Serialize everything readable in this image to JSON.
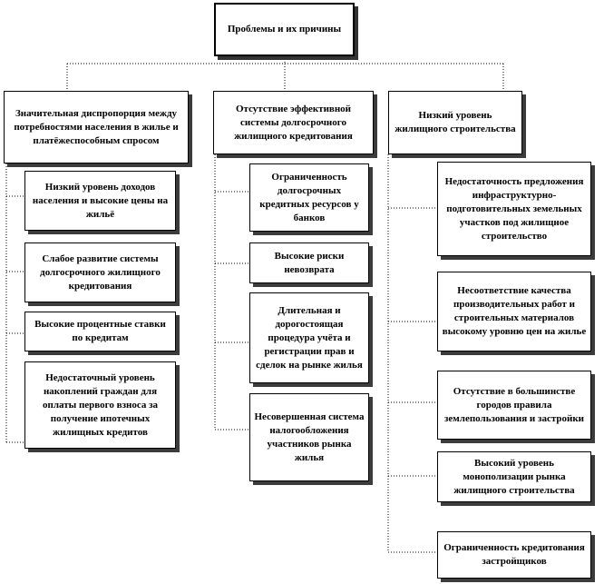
{
  "root": {
    "title": "Проблемы  и их причины"
  },
  "columns": [
    {
      "header": "Значительная диспропорция между потребностями населения в жилье и платёжеспособным спросом",
      "items": [
        "Низкий уровень доходов населения и высокие цены на жильё",
        "Слабое развитие  системы долгосрочного жилищного кредитования",
        "Высокие процентные ставки по кредитам",
        "Недостаточный уровень накоплений граждан для оплаты первого взноса за получение ипотечных жилищных  кредитов"
      ]
    },
    {
      "header": "Отсутствие  эффективной системы долгосрочного жилищного кредитования",
      "items": [
        "Ограниченность долгосрочных кредитных  ресурсов у банков",
        "Высокие риски невозврата",
        "Длительная  и дорогостоящая процедура учёта и регистрации прав и сделок  на рынке жилья",
        "Несовершенная система налогообложения участников рынка жилья"
      ]
    },
    {
      "header": "Низкий уровень жилищного строительства",
      "items": [
        "Недостаточность предложения инфраструктурно-подготовительных земельных  участков под жилищное строительство",
        "Несоответствие  качества производительных  работ и строительных материалов высокому уровню цен на жилье",
        "Отсутствие  в большинстве городов правила землепользования  и застройки",
        "Высокий уровень монополизации рынка жилищного  строительства",
        "Ограниченность кредитования застройщиков"
      ]
    }
  ]
}
